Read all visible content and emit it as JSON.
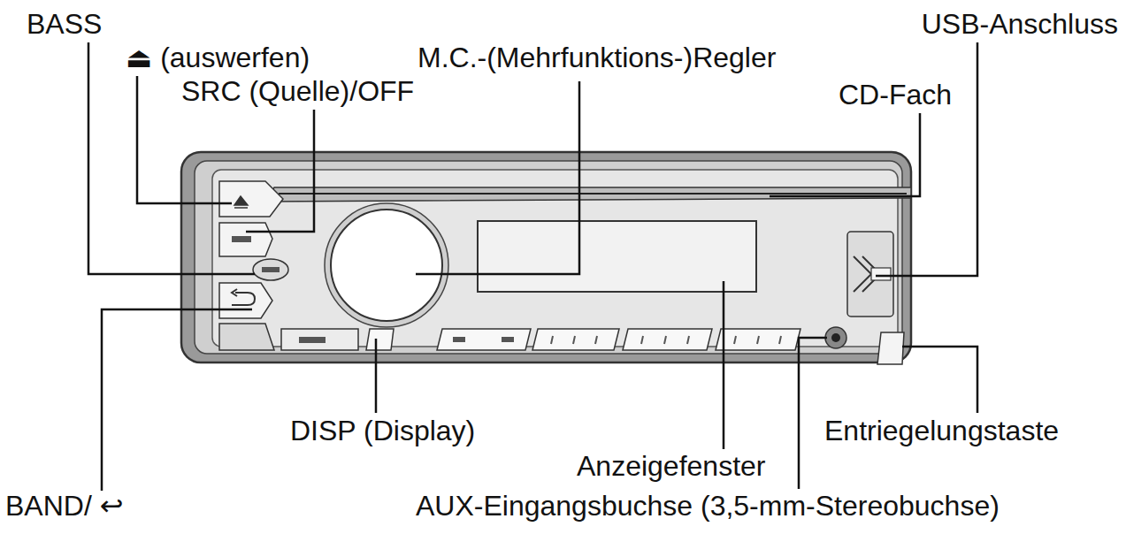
{
  "diagram": {
    "labels": [
      "BASS",
      "⏏ (auswerfen)",
      "SRC (Quelle)/OFF",
      "M.C.-(Mehrfunktions-)Regler",
      "USB-Anschluss",
      "CD-Fach",
      "DISP (Display)",
      "Entriegelungstaste",
      "Anzeigefenster",
      "AUX-Eingangsbuchse (3,5-mm-Stereobuchse)",
      "BAND/ ↩"
    ]
  }
}
